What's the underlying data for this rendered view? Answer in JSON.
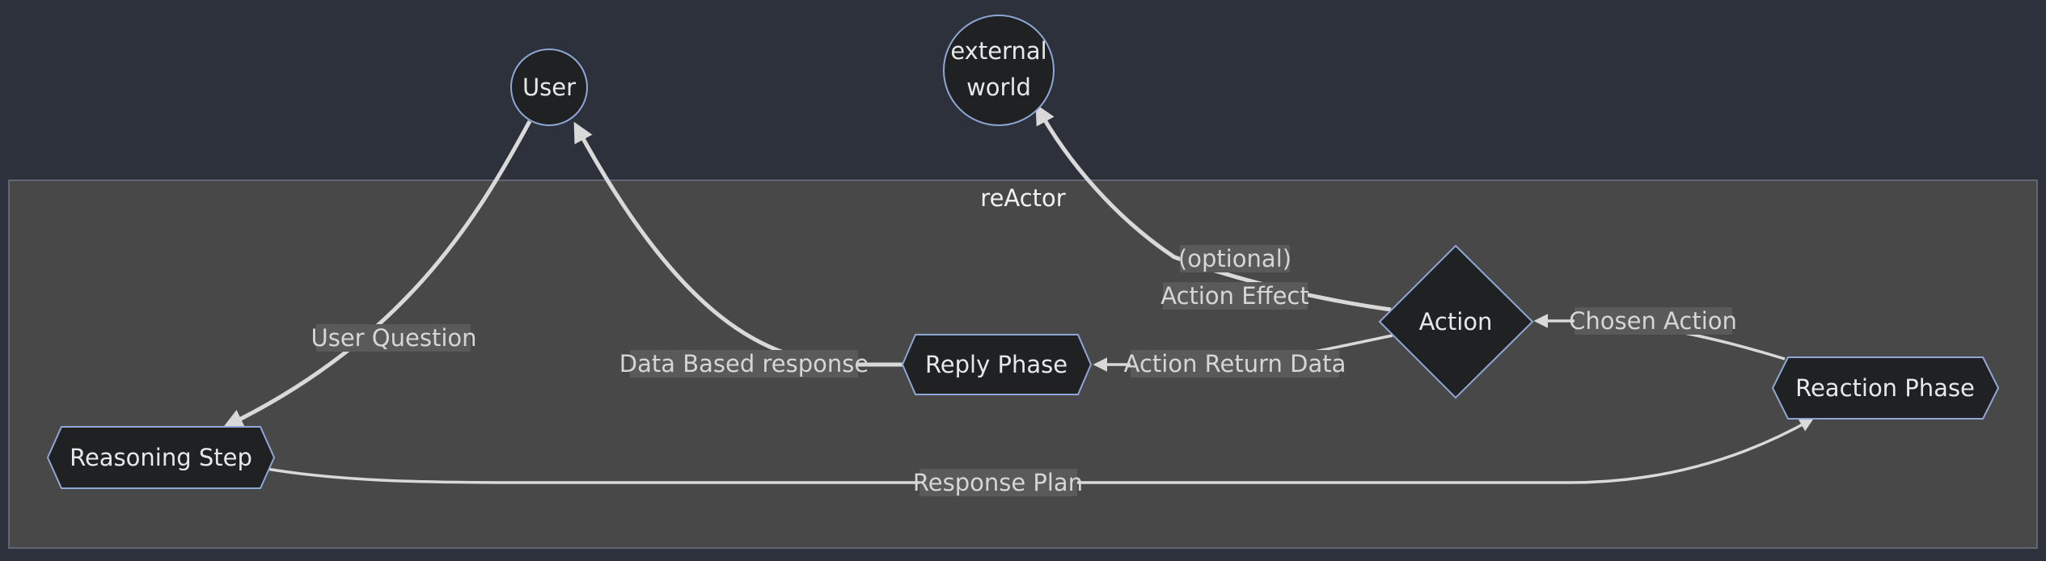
{
  "colors": {
    "background": "#2c313c",
    "cluster_fill": "#484848",
    "cluster_border": "#6d7483",
    "node_fill": "#1f2123",
    "node_border": "#8fa7d6",
    "edge": "#d9d9d9",
    "edge_label_bg": "#5a5a5a",
    "text": "#e8e8e8"
  },
  "cluster": {
    "title": "reActor"
  },
  "nodes": {
    "user": {
      "label": "User"
    },
    "external": {
      "line1": "external",
      "line2": "world"
    },
    "action": {
      "label": "Action"
    },
    "reply": {
      "label": "Reply Phase"
    },
    "reaction": {
      "label": "Reaction Phase"
    },
    "reasoning": {
      "label": "Reasoning Step"
    }
  },
  "edges": {
    "user_question": {
      "label": "User Question"
    },
    "data_based_response": {
      "label": "Data Based response"
    },
    "action_effect": {
      "line1": "(optional)",
      "line2": "Action Effect"
    },
    "action_return": {
      "label": "Action Return Data"
    },
    "chosen_action": {
      "label": "Chosen Action"
    },
    "response_plan": {
      "label": "Response Plan"
    }
  }
}
